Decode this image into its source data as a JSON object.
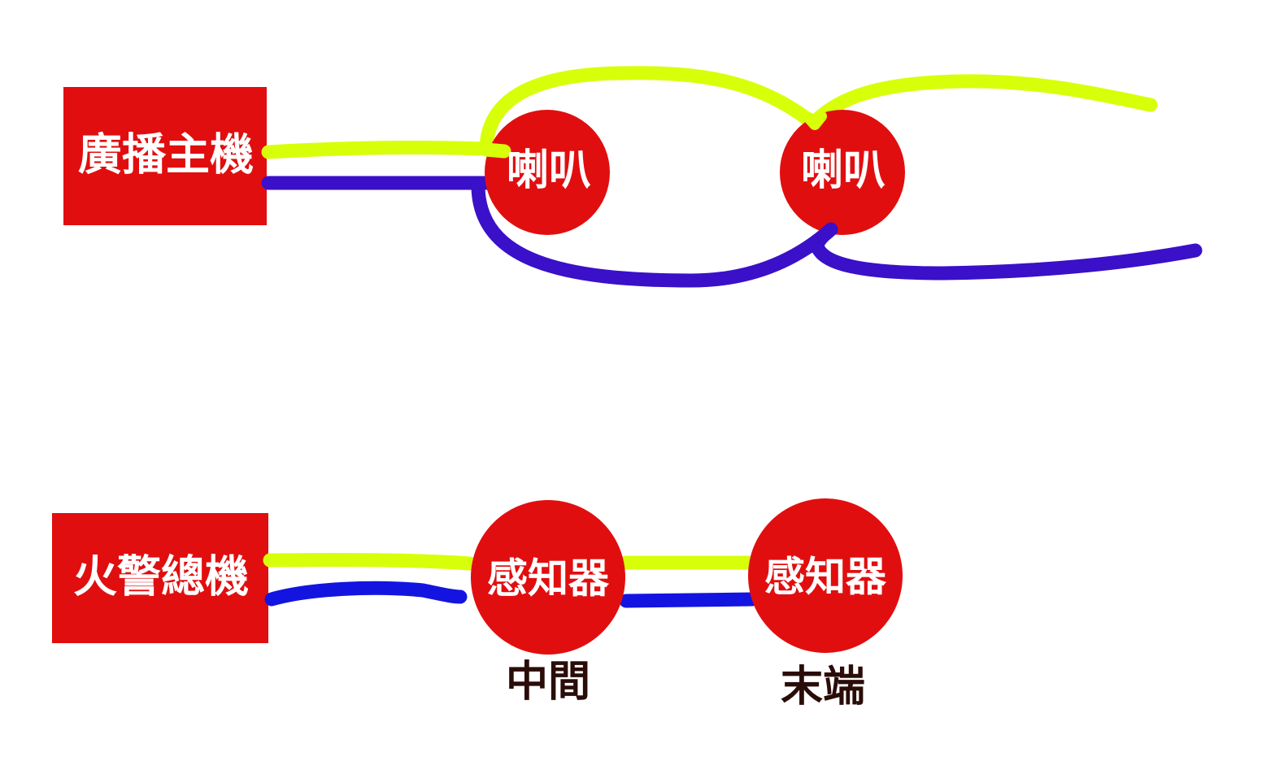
{
  "colors": {
    "node_fill": "#e10e0f",
    "label_text": "#ffffff",
    "caption_text": "#2a0c08",
    "wire_yellow": "#d8ff0a",
    "wire_purple": "#3a10c8",
    "wire_blue": "#1414e0",
    "background": "#ffffff"
  },
  "broadcast": {
    "host_label": "廣播主機",
    "speaker_1_label": "喇叭",
    "speaker_2_label": "喇叭"
  },
  "fire_alarm": {
    "host_label": "火警總機",
    "detector_1_label": "感知器",
    "detector_2_label": "感知器",
    "detector_1_caption": "中間",
    "detector_2_caption": "末端"
  }
}
